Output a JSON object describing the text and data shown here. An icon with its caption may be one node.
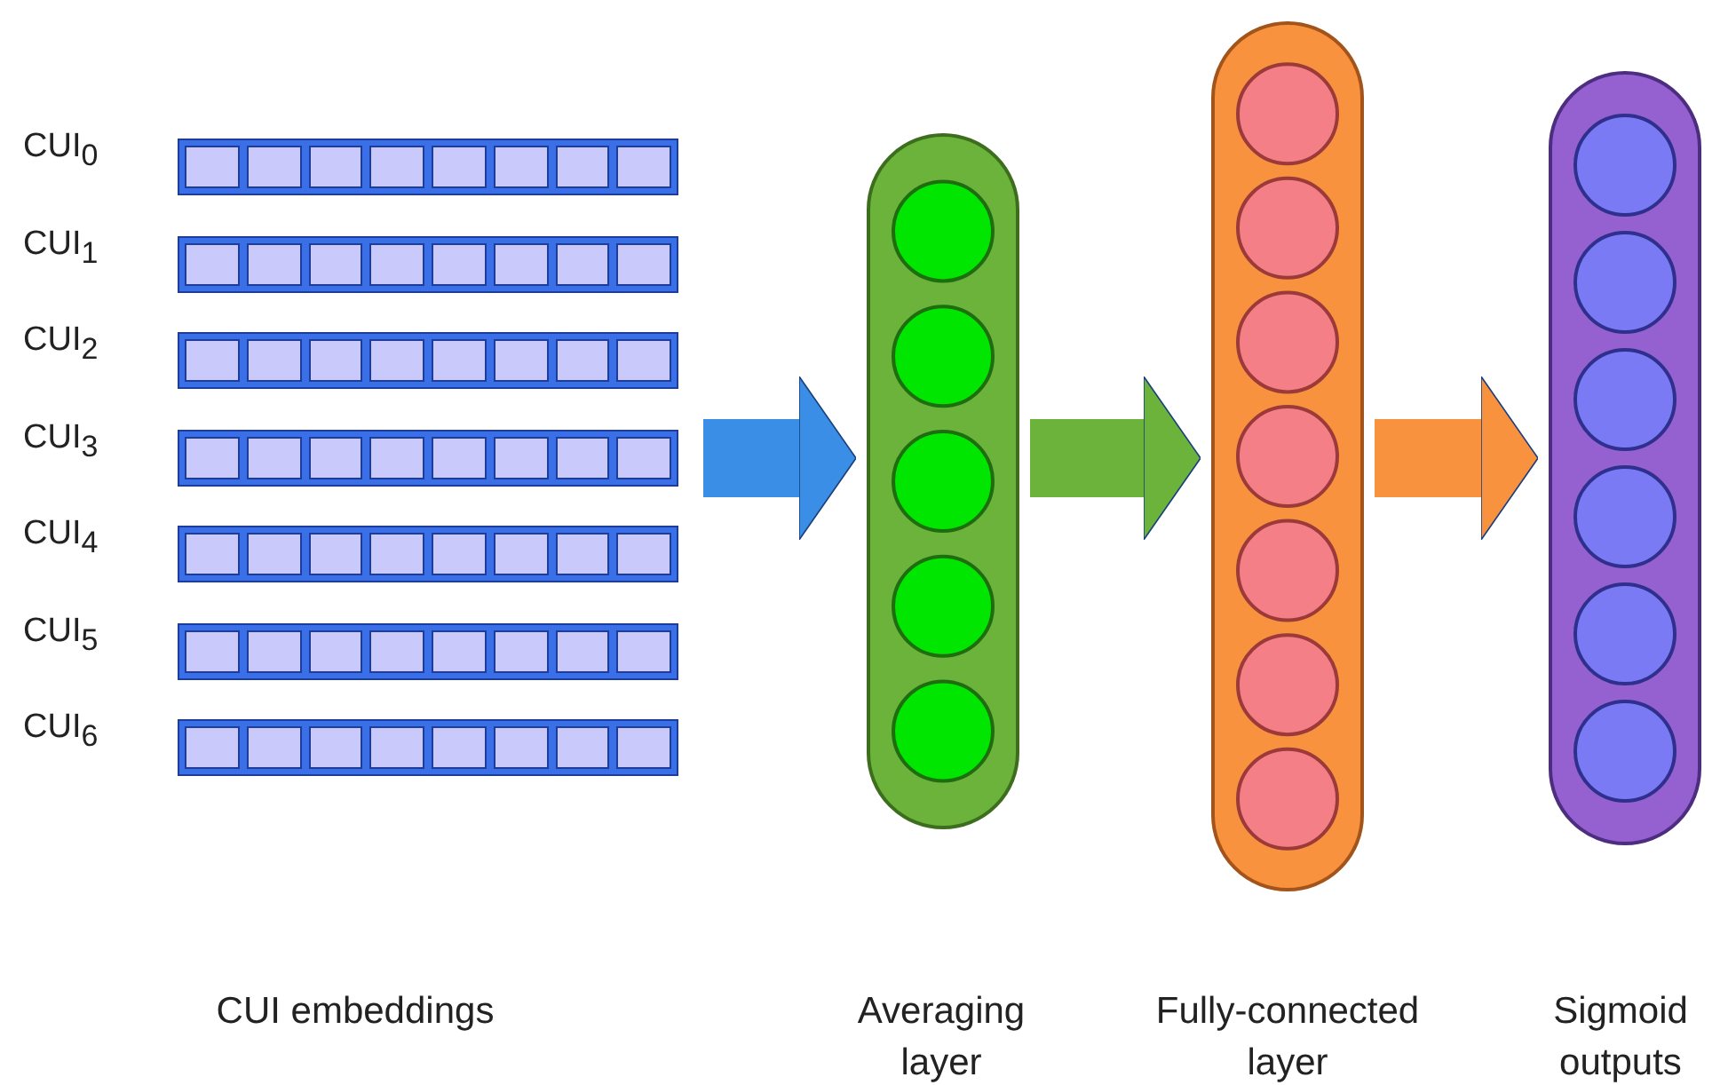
{
  "diagram": {
    "nodes": [
      {
        "text": [
          "CUI embeddings"
        ]
      },
      {
        "text": [],
        "shape": "bar",
        "in": 0,
        "beside": [
          "CUI$_{0}$"
        ]
      },
      {
        "text": [],
        "shape": "bar",
        "in": 0,
        "beside": [
          "CUI$_{1}$"
        ]
      },
      {
        "text": [],
        "shape": "bar",
        "in": 0,
        "beside": [
          "CUI$_{2}$"
        ]
      },
      {
        "text": [],
        "shape": "bar",
        "in": 0,
        "beside": [
          "CUI$_{3}$"
        ]
      },
      {
        "text": [],
        "shape": "bar",
        "in": 0,
        "beside": [
          "CUI$_{4}$"
        ]
      },
      {
        "text": [],
        "shape": "bar",
        "in": 0,
        "beside": [
          "CUI$_{5}$"
        ]
      },
      {
        "text": [],
        "shape": "bar",
        "in": 0,
        "beside": [
          "CUI$_{6}$"
        ]
      },
      {
        "text": [
          "Averaging layer"
        ]
      },
      {
        "text": [
          "Fully-connected layer"
        ]
      },
      {
        "text": [
          "Sigmoid outputs"
        ]
      }
    ],
    "edges": [
      {
        "from": 0,
        "to": 8,
        "arrow": "to",
        "color": "#3a8ee6"
      },
      {
        "from": 8,
        "to": 9,
        "arrow": "to",
        "color": "#6cb33c"
      },
      {
        "from": 9,
        "to": 10,
        "arrow": "to",
        "color": "#f8923f"
      }
    ]
  }
}
